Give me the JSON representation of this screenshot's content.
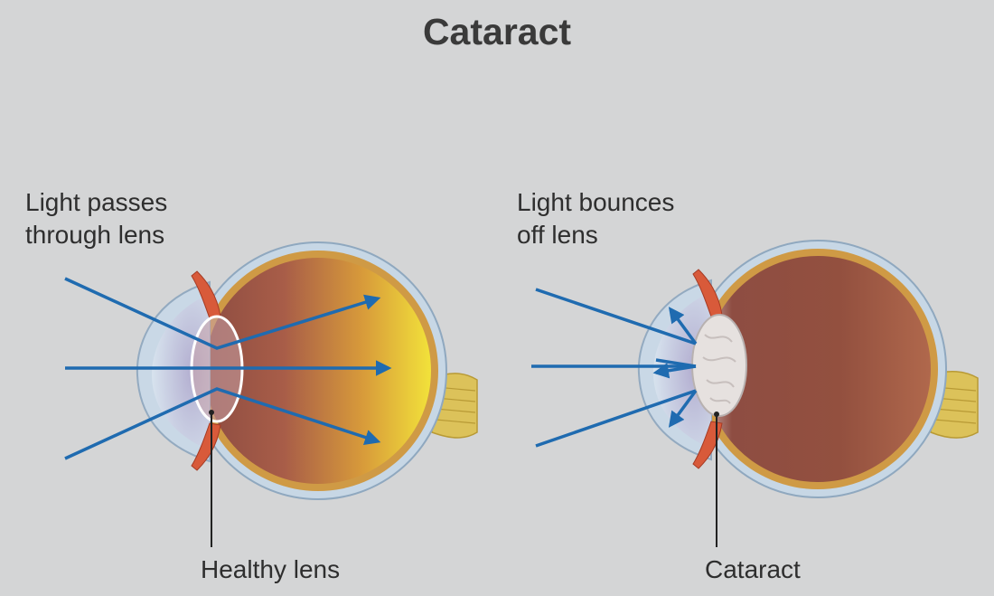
{
  "title": "Cataract",
  "left": {
    "caption_line1": "Light passes",
    "caption_line2": "through lens",
    "lens_label": "Healthy lens"
  },
  "right": {
    "caption_line1": "Light bounces",
    "caption_line2": "off lens",
    "lens_label": "Cataract"
  },
  "colors": {
    "background": "#d4d5d6",
    "arrow": "#1f6bb0",
    "sclera": "#c2d3e2",
    "choroid": "#c98b3c",
    "iris": "#d85a3a",
    "vitreous_dark": "#8e4d42",
    "vitreous_light": "#f2e23a",
    "cataract": "#e5e0de",
    "optic_nerve": "#dcc25a"
  }
}
